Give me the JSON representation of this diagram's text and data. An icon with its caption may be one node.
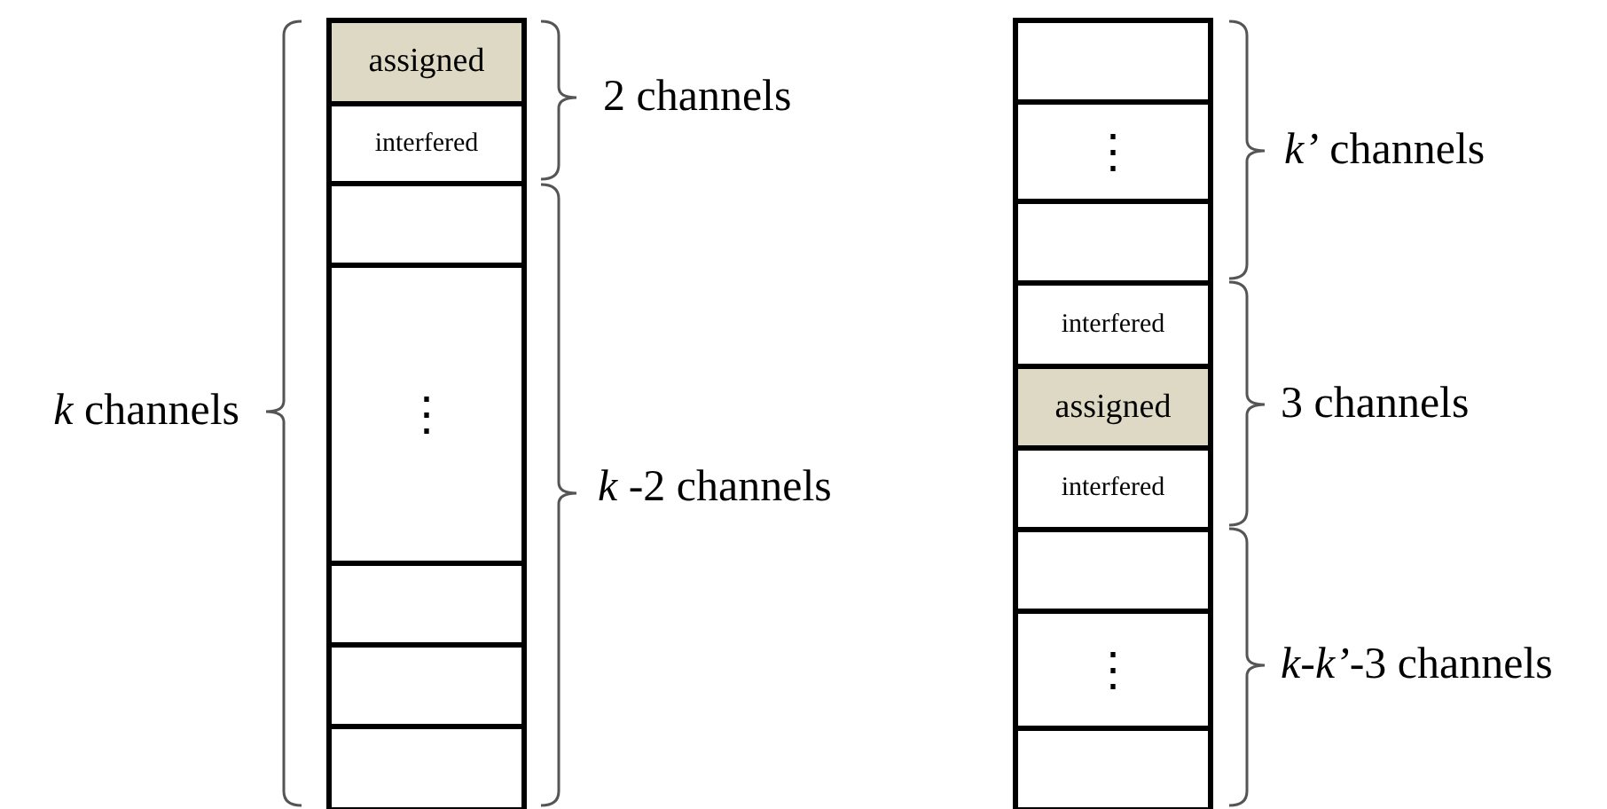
{
  "diagram": {
    "nodes": [
      {
        "text": [
          "assigned"
        ]
      },
      {
        "text": [
          "interfered"
        ]
      },
      {
        "text": [],
        "shape": "box"
      },
      {
        "text": [
          "⋮"
        ]
      },
      {
        "text": [],
        "shape": "box"
      },
      {
        "text": [],
        "shape": "box"
      },
      {
        "text": [],
        "shape": "box"
      },
      {
        "text": [],
        "shape": "box"
      },
      {
        "text": [
          "⋮"
        ]
      },
      {
        "text": [],
        "shape": "box"
      },
      {
        "text": [
          "interfered"
        ]
      },
      {
        "text": [
          "assigned"
        ]
      },
      {
        "text": [
          "interfered"
        ]
      },
      {
        "text": [],
        "shape": "box"
      },
      {
        "text": [
          "⋮"
        ]
      },
      {
        "text": [],
        "shape": "box"
      }
    ],
    "edges": [],
    "labels": [
      "2 channels",
      "*k* channels",
      "*k* -2 channels",
      "*k’* channels",
      "3 channels",
      "*k*-*k’*-3 channels"
    ]
  }
}
